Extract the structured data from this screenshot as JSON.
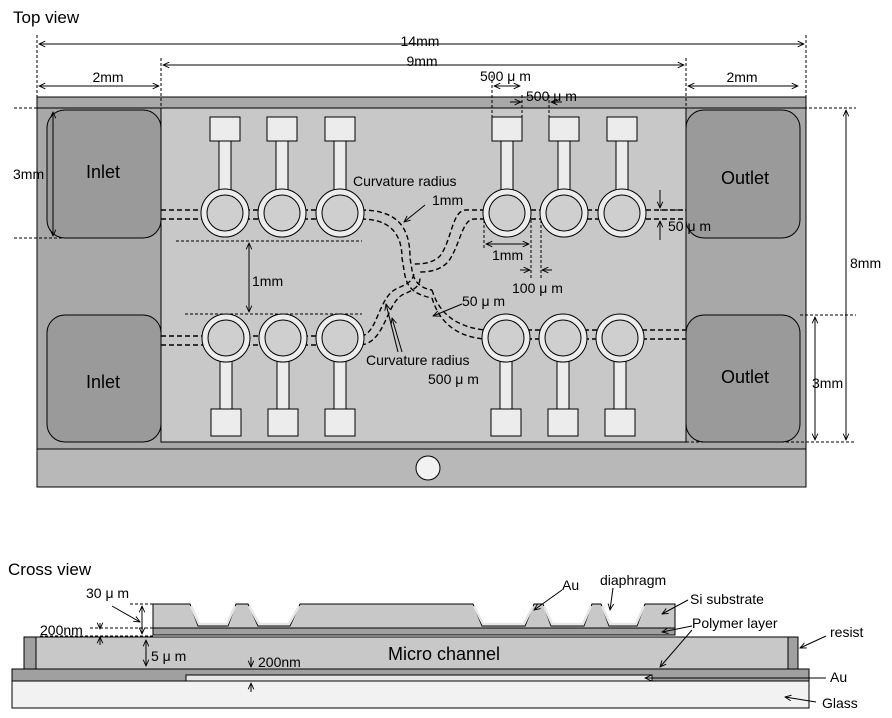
{
  "top_view": {
    "title": "Top view",
    "dims": {
      "total_width": "14mm",
      "center_width": "9mm",
      "left_margin": "2mm",
      "right_margin": "2mm",
      "pitch_a": "500 μ m",
      "pitch_b": "500 μ m",
      "reservoir_height": "3mm",
      "total_height": "8mm",
      "outlet_height": "3mm",
      "row_gap": "1mm",
      "chamber_dia": "1mm",
      "gap": "100 μ m",
      "channel_width": "50 μ m",
      "channel_width_2": "50 μ m"
    },
    "labels": {
      "inlet_top": "Inlet",
      "inlet_bottom": "Inlet",
      "outlet_top": "Outlet",
      "outlet_bottom": "Outlet",
      "curv1_line1": "Curvature radius",
      "curv1_line2": "1mm",
      "curv2_line1": "Curvature radius",
      "curv2_line2": "500 μ m"
    }
  },
  "cross_view": {
    "title": "Cross view",
    "labels": {
      "au_top": "Au",
      "diaphragm": "diaphragm",
      "si_substrate": "Si substrate",
      "polymer_layer": "Polymer layer",
      "resist": "resist",
      "au_bottom": "Au",
      "glass": "Glass",
      "micro_channel": "Micro channel",
      "thick_30": "30 μ m",
      "thick_200a": "200nm",
      "thick_5": "5 μ m",
      "thick_200b": "200nm"
    }
  },
  "colors": {
    "frame": "#a8a8a8",
    "center": "#c8c8c8",
    "reservoir": "#9a9a9a",
    "bottom_strip": "#b8b8b8",
    "pad": "#ececec",
    "chamber": "#cfcfcf"
  }
}
